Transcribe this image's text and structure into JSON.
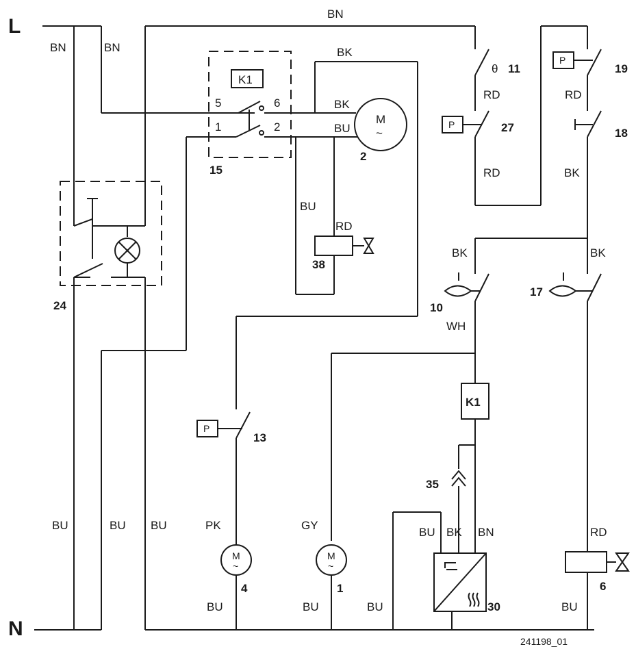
{
  "terminals": {
    "line": "L",
    "neutral": "N"
  },
  "wire_colors": {
    "top_bn": "BN",
    "left_bn_1": "BN",
    "left_bn_2": "BN",
    "relay_bk_top": "BK",
    "motor_bk": "BK",
    "motor_bu": "BU",
    "valve38_bu": "BU",
    "valve38_rd": "RD",
    "s11_rd": "RD",
    "s27_rd": "RD",
    "s19_rd": "RD",
    "s18_bk": "BK",
    "s10_bk": "BK",
    "s17_bk": "BK",
    "s10_wh": "WH",
    "bottom_bu_1": "BU",
    "bottom_bu_2": "BU",
    "bottom_bu_3": "BU",
    "pump4_pk": "PK",
    "pump4_bu": "BU",
    "pump1_gy": "GY",
    "pump1_bu": "BU",
    "heater_bu_left": "BU",
    "heater_bu": "BU",
    "heater_bk": "BK",
    "heater_bn": "BN",
    "valve6_rd": "RD",
    "valve6_bu": "BU"
  },
  "components": {
    "relay_block": "15",
    "relay_coil_label": "K1",
    "relay_contact_5": "5",
    "relay_contact_6": "6",
    "relay_contact_1": "1",
    "relay_contact_2": "2",
    "main_motor": "2",
    "valve_38": "38",
    "thermostat_11": "11",
    "pressure_27": "27",
    "pressure_19": "19",
    "switch_18": "18",
    "float_10": "10",
    "float_17": "17",
    "relay_coil_k1": "K1",
    "pressure_13": "13",
    "connector_35": "35",
    "pump_4": "4",
    "pump_1": "1",
    "heater_30": "30",
    "valve_6": "6",
    "door_switch_24": "24"
  },
  "symbols": {
    "motor_letter": "M",
    "pressure_letter": "P",
    "thermo_glyph": "θ"
  },
  "drawing_id": "241198_01"
}
